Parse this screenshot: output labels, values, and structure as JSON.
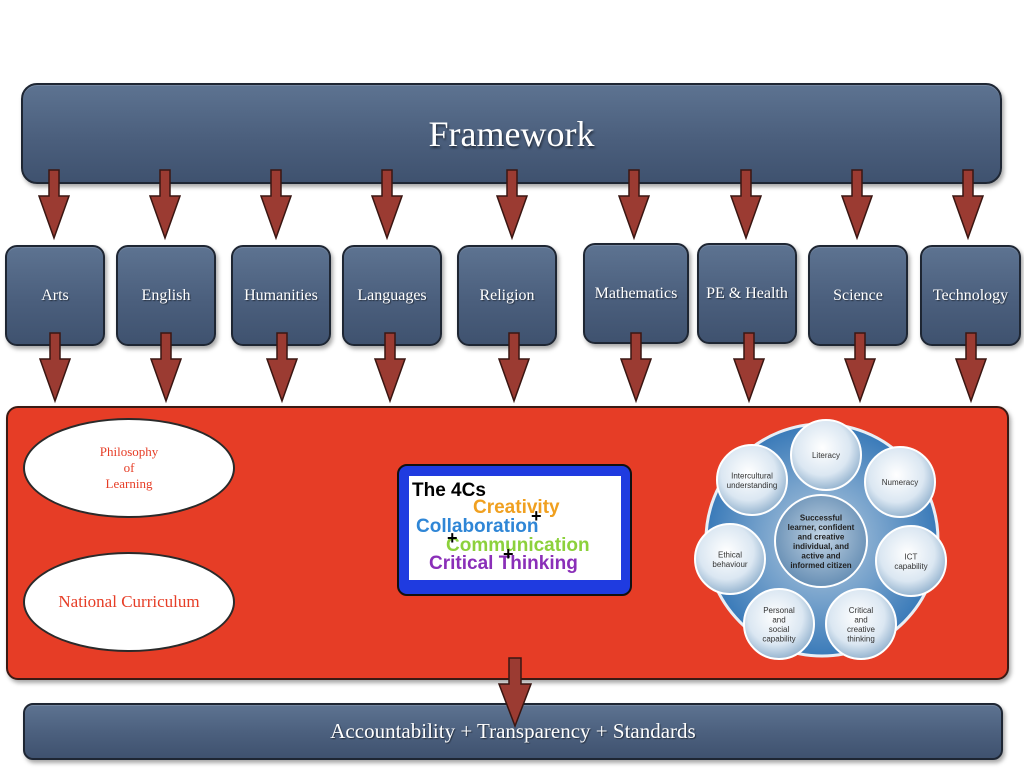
{
  "framework": {
    "title": "Framework"
  },
  "subjects": [
    {
      "label": "Arts"
    },
    {
      "label": "English"
    },
    {
      "label": "Humanities"
    },
    {
      "label": "Languages"
    },
    {
      "label": "Religion"
    },
    {
      "label": "Mathematics"
    },
    {
      "label": "PE & Health"
    },
    {
      "label": "Science"
    },
    {
      "label": "Technology"
    }
  ],
  "panel": {
    "philosophy_lines": [
      "Philosophy",
      "of",
      "Learning"
    ],
    "national_curriculum": "National Curriculum",
    "fourcs": {
      "title": "The 4Cs",
      "creativity": "Creativity",
      "collaboration": "Collaboration",
      "communication": "Communication",
      "critical_thinking": "Critical Thinking",
      "plus": "+"
    },
    "capabilities": {
      "center_lines": [
        "Successful",
        "learner, confident",
        "and creative",
        "individual, and",
        "active and",
        "informed citizen"
      ],
      "items": [
        {
          "lines": [
            "Literacy"
          ]
        },
        {
          "lines": [
            "Numeracy"
          ]
        },
        {
          "lines": [
            "ICT",
            "capability"
          ]
        },
        {
          "lines": [
            "Critical",
            "and",
            "creative",
            "thinking"
          ]
        },
        {
          "lines": [
            "Personal",
            "and",
            "social",
            "capability"
          ]
        },
        {
          "lines": [
            "Ethical",
            "behaviour"
          ]
        },
        {
          "lines": [
            "Intercultural",
            "understanding"
          ]
        }
      ]
    }
  },
  "bottom": {
    "label": "Accountability + Transparency + Standards"
  },
  "colors": {
    "slate": "#4b5f7d",
    "panel_red": "#e63d26",
    "arrow": "#9b3b32",
    "creativity": "#f0a020",
    "collaboration": "#2f86d6",
    "communication": "#8cd13c",
    "critical_thinking": "#8a2fb8",
    "fourcs_frame": "#1f3be0"
  }
}
